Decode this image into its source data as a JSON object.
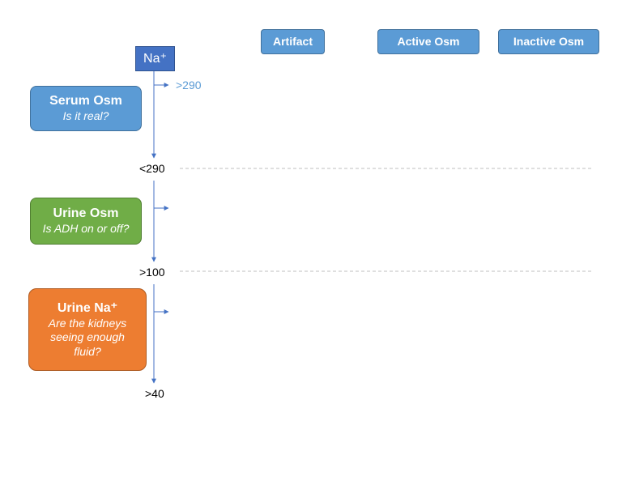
{
  "columns": {
    "artifact": "Artifact",
    "active_osm": "Active Osm",
    "inactive_osm": "Inactive Osm"
  },
  "start_node": {
    "text": "Na⁺"
  },
  "steps": [
    {
      "title": "Serum Osm",
      "question": "Is it real?",
      "branch_label": ">290",
      "threshold": "<290",
      "color": "#5b9bd5"
    },
    {
      "title": "Urine Osm",
      "question": "Is ADH on or off?",
      "branch_label": "",
      "threshold": ">100",
      "color": "#70ad47"
    },
    {
      "title": "Urine Na⁺",
      "question": "Are the kidneys seeing enough fluid?",
      "branch_label": "",
      "threshold": ">40",
      "color": "#ed7d31"
    }
  ],
  "colors": {
    "connector": "#4472c4",
    "divider": "#bfbfbf",
    "start_node": "#4472c4"
  }
}
